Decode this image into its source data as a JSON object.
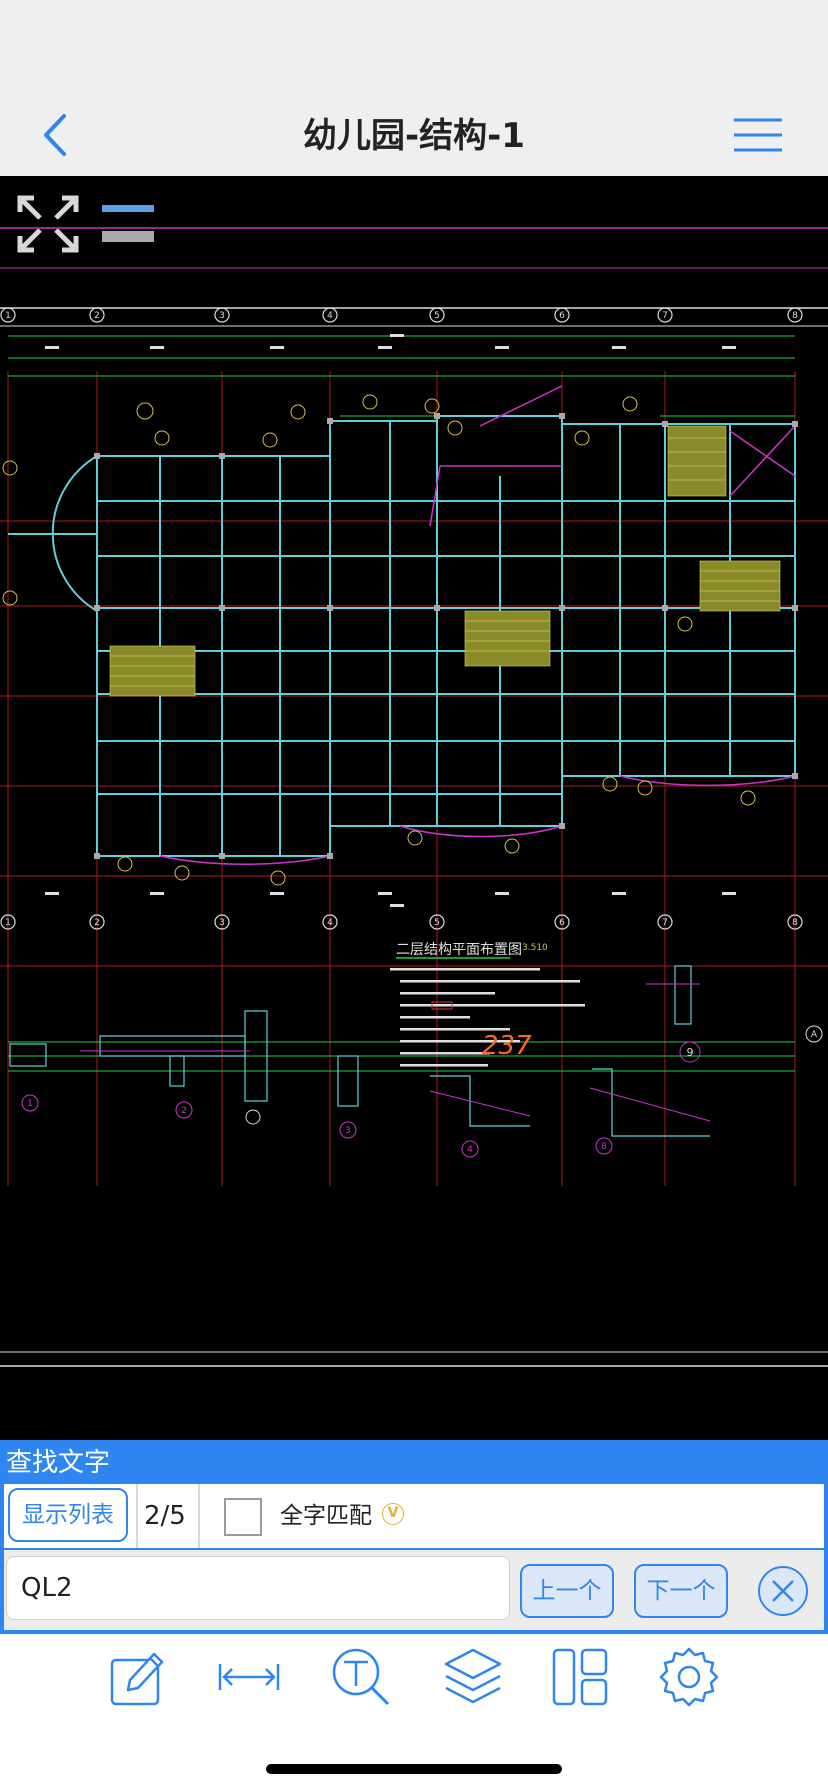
{
  "header": {
    "title": "幼儿园-结构-1"
  },
  "drawing": {
    "axis_labels": [
      "1",
      "2",
      "3",
      "4",
      "5",
      "6",
      "7",
      "8"
    ],
    "title": "二层结构平面布置图",
    "elevation": "3.510",
    "handwritten_note": "237",
    "detail_labels": [
      "1",
      "2",
      "3",
      "4",
      "8",
      "9"
    ],
    "side_marker": "A"
  },
  "find_panel": {
    "title": "查找文字",
    "show_list_label": "显示列表",
    "match_count": "2/5",
    "full_word_label": "全字匹配",
    "vip_badge": "V",
    "search_value": "QL2",
    "prev_label": "上一个",
    "next_label": "下一个"
  },
  "toolbar": {
    "tools": [
      "edit-icon",
      "measure-icon",
      "text-search-icon",
      "layers-icon",
      "layout-icon",
      "settings-icon"
    ]
  },
  "colors": {
    "accent": "#2f86f0",
    "drawing_bg": "#000000",
    "nav_bg": "#efefef"
  }
}
